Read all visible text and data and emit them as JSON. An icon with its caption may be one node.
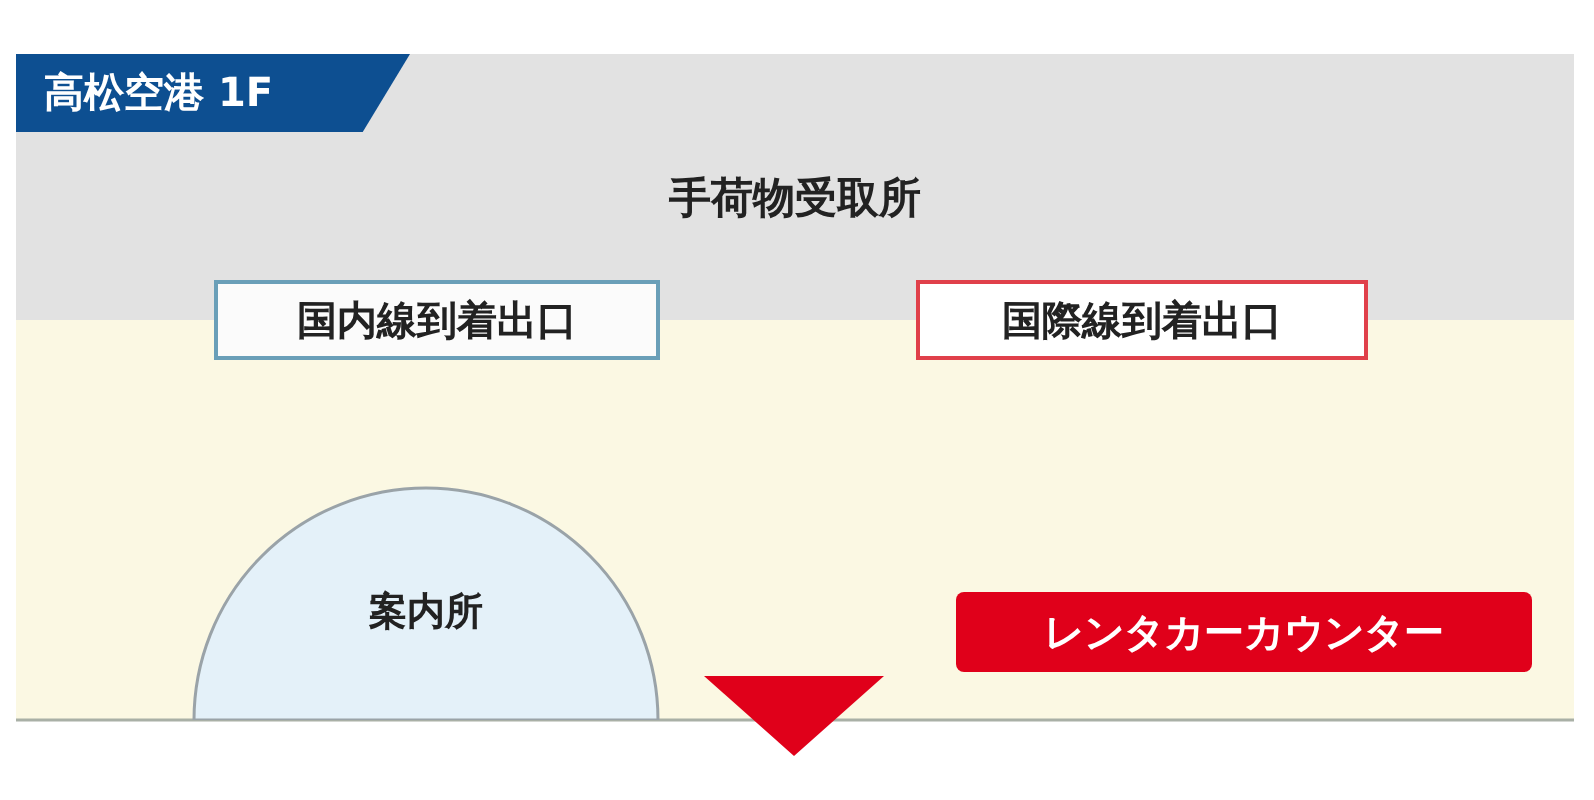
{
  "diagram": {
    "title": "高松空港 1F",
    "nodes": [
      {
        "text": [
          "手荷物受取所"
        ]
      },
      {
        "text": [
          "国内線到着出口"
        ]
      },
      {
        "text": [
          "国際線到着出口"
        ]
      },
      {
        "text": [
          "案内所"
        ]
      },
      {
        "text": [
          "レンタカーカウンター"
        ]
      }
    ]
  }
}
